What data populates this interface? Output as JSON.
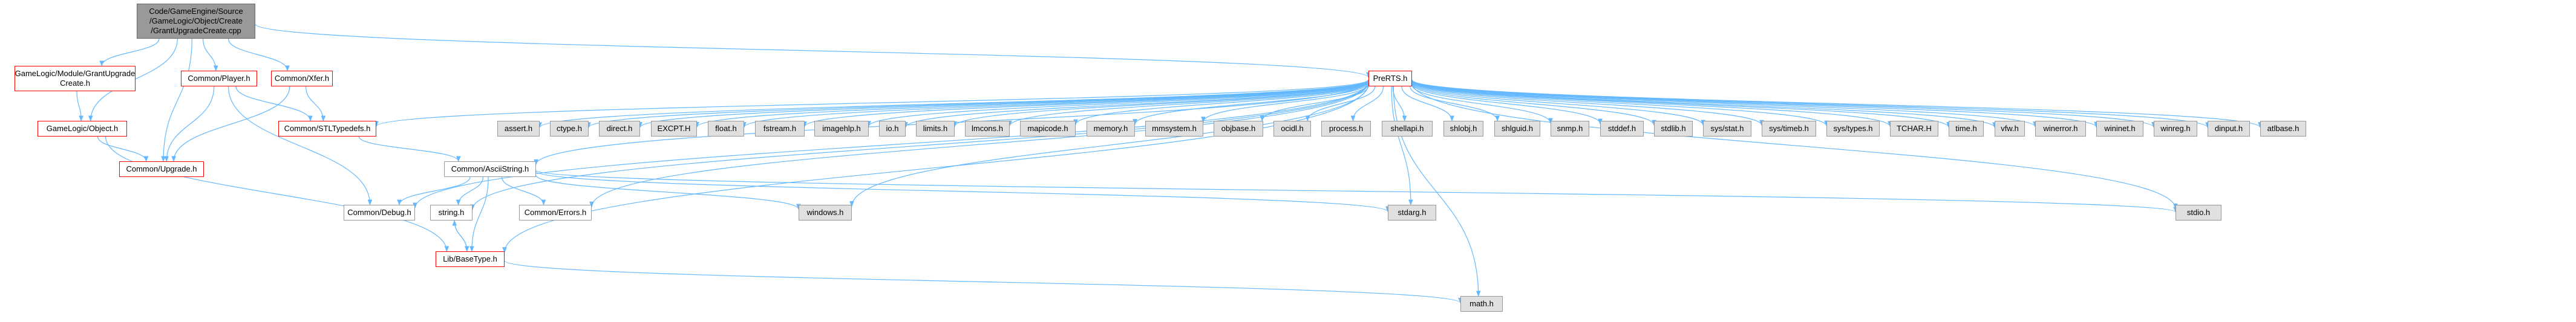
{
  "colors": {
    "edge": "#63B8FF",
    "root_fill": "#999999",
    "red_border": "#FF0000",
    "grey_fill": "#E0E0E0",
    "grey_border": "#999999"
  },
  "nodes": [
    {
      "id": "root",
      "label": "Code/GameEngine/Source\n/GameLogic/Object/Create\n/GrantUpgradeCreate.cpp",
      "style": "root"
    },
    {
      "id": "gucreate_h",
      "label": "GameLogic/Module/GrantUpgrade\nCreate.h",
      "style": "red"
    },
    {
      "id": "player_h",
      "label": "Common/Player.h",
      "style": "red"
    },
    {
      "id": "xfer_h",
      "label": "Common/Xfer.h",
      "style": "red"
    },
    {
      "id": "prerts_h",
      "label": "PreRTS.h",
      "style": "red"
    },
    {
      "id": "object_h",
      "label": "GameLogic/Object.h",
      "style": "red"
    },
    {
      "id": "stlt_h",
      "label": "Common/STLTypedefs.h",
      "style": "red"
    },
    {
      "id": "upgrade_h",
      "label": "Common/Upgrade.h",
      "style": "red"
    },
    {
      "id": "asciistring_h",
      "label": "Common/AsciiString.h",
      "style": "white"
    },
    {
      "id": "debug_h",
      "label": "Common/Debug.h",
      "style": "white"
    },
    {
      "id": "string_h",
      "label": "string.h",
      "style": "white"
    },
    {
      "id": "errors_h",
      "label": "Common/Errors.h",
      "style": "white"
    },
    {
      "id": "libbasetype_h",
      "label": "Lib/BaseType.h",
      "style": "red"
    },
    {
      "id": "math_h",
      "label": "math.h",
      "style": "grey"
    },
    {
      "id": "windows_h",
      "label": "windows.h",
      "style": "grey"
    },
    {
      "id": "stdarg_h",
      "label": "stdarg.h",
      "style": "grey"
    },
    {
      "id": "stdio_h",
      "label": "stdio.h",
      "style": "grey"
    },
    {
      "id": "assert_h",
      "label": "assert.h",
      "style": "grey"
    },
    {
      "id": "ctype_h",
      "label": "ctype.h",
      "style": "grey"
    },
    {
      "id": "direct_h",
      "label": "direct.h",
      "style": "grey"
    },
    {
      "id": "excpt_h",
      "label": "EXCPT.H",
      "style": "grey"
    },
    {
      "id": "float_h",
      "label": "float.h",
      "style": "grey"
    },
    {
      "id": "fstream_h",
      "label": "fstream.h",
      "style": "grey"
    },
    {
      "id": "imagehlp_h",
      "label": "imagehlp.h",
      "style": "grey"
    },
    {
      "id": "io_h",
      "label": "io.h",
      "style": "grey"
    },
    {
      "id": "limits_h",
      "label": "limits.h",
      "style": "grey"
    },
    {
      "id": "lmcons_h",
      "label": "lmcons.h",
      "style": "grey"
    },
    {
      "id": "mapicode_h",
      "label": "mapicode.h",
      "style": "grey"
    },
    {
      "id": "memory_h",
      "label": "memory.h",
      "style": "grey"
    },
    {
      "id": "mmsystem_h",
      "label": "mmsystem.h",
      "style": "grey"
    },
    {
      "id": "objbase_h",
      "label": "objbase.h",
      "style": "grey"
    },
    {
      "id": "ocidl_h",
      "label": "ocidl.h",
      "style": "grey"
    },
    {
      "id": "process_h",
      "label": "process.h",
      "style": "grey"
    },
    {
      "id": "shellapi_h",
      "label": "shellapi.h",
      "style": "grey"
    },
    {
      "id": "shlobj_h",
      "label": "shlobj.h",
      "style": "grey"
    },
    {
      "id": "shlguid_h",
      "label": "shlguid.h",
      "style": "grey"
    },
    {
      "id": "snmp_h",
      "label": "snmp.h",
      "style": "grey"
    },
    {
      "id": "stddef_h",
      "label": "stddef.h",
      "style": "grey"
    },
    {
      "id": "stdlib_h",
      "label": "stdlib.h",
      "style": "grey"
    },
    {
      "id": "sysstat_h",
      "label": "sys/stat.h",
      "style": "grey"
    },
    {
      "id": "systimeb_h",
      "label": "sys/timeb.h",
      "style": "grey"
    },
    {
      "id": "systypes_h",
      "label": "sys/types.h",
      "style": "grey"
    },
    {
      "id": "tchar_h",
      "label": "TCHAR.H",
      "style": "grey"
    },
    {
      "id": "time_h",
      "label": "time.h",
      "style": "grey"
    },
    {
      "id": "vfw_h",
      "label": "vfw.h",
      "style": "grey"
    },
    {
      "id": "winerror_h",
      "label": "winerror.h",
      "style": "grey"
    },
    {
      "id": "wininet_h",
      "label": "wininet.h",
      "style": "grey"
    },
    {
      "id": "winreg_h",
      "label": "winreg.h",
      "style": "grey"
    },
    {
      "id": "dinput_h",
      "label": "dinput.h",
      "style": "grey"
    },
    {
      "id": "atlbase_h",
      "label": "atlbase.h",
      "style": "grey"
    }
  ],
  "edges": [
    [
      "root",
      "gucreate_h"
    ],
    [
      "root",
      "object_h"
    ],
    [
      "root",
      "player_h"
    ],
    [
      "root",
      "xfer_h"
    ],
    [
      "root",
      "upgrade_h"
    ],
    [
      "root",
      "prerts_h"
    ],
    [
      "gucreate_h",
      "object_h"
    ],
    [
      "object_h",
      "upgrade_h"
    ],
    [
      "object_h",
      "libbasetype_h"
    ],
    [
      "player_h",
      "upgrade_h"
    ],
    [
      "player_h",
      "stlt_h"
    ],
    [
      "player_h",
      "debug_h"
    ],
    [
      "xfer_h",
      "upgrade_h"
    ],
    [
      "xfer_h",
      "stlt_h"
    ],
    [
      "stlt_h",
      "asciistring_h"
    ],
    [
      "asciistring_h",
      "debug_h"
    ],
    [
      "asciistring_h",
      "string_h"
    ],
    [
      "asciistring_h",
      "errors_h"
    ],
    [
      "asciistring_h",
      "libbasetype_h"
    ],
    [
      "asciistring_h",
      "windows_h"
    ],
    [
      "asciistring_h",
      "stdarg_h"
    ],
    [
      "asciistring_h",
      "stdio_h"
    ],
    [
      "string_h",
      "libbasetype_h"
    ],
    [
      "libbasetype_h",
      "string_h"
    ],
    [
      "libbasetype_h",
      "math_h"
    ],
    [
      "prerts_h",
      "stlt_h"
    ],
    [
      "prerts_h",
      "asciistring_h"
    ],
    [
      "prerts_h",
      "debug_h"
    ],
    [
      "prerts_h",
      "string_h"
    ],
    [
      "prerts_h",
      "errors_h"
    ],
    [
      "prerts_h",
      "libbasetype_h"
    ],
    [
      "prerts_h",
      "math_h"
    ],
    [
      "prerts_h",
      "windows_h"
    ],
    [
      "prerts_h",
      "stdarg_h"
    ],
    [
      "prerts_h",
      "stdio_h"
    ],
    [
      "prerts_h",
      "assert_h"
    ],
    [
      "prerts_h",
      "ctype_h"
    ],
    [
      "prerts_h",
      "direct_h"
    ],
    [
      "prerts_h",
      "excpt_h"
    ],
    [
      "prerts_h",
      "float_h"
    ],
    [
      "prerts_h",
      "fstream_h"
    ],
    [
      "prerts_h",
      "imagehlp_h"
    ],
    [
      "prerts_h",
      "io_h"
    ],
    [
      "prerts_h",
      "limits_h"
    ],
    [
      "prerts_h",
      "lmcons_h"
    ],
    [
      "prerts_h",
      "mapicode_h"
    ],
    [
      "prerts_h",
      "memory_h"
    ],
    [
      "prerts_h",
      "mmsystem_h"
    ],
    [
      "prerts_h",
      "objbase_h"
    ],
    [
      "prerts_h",
      "ocidl_h"
    ],
    [
      "prerts_h",
      "process_h"
    ],
    [
      "prerts_h",
      "shellapi_h"
    ],
    [
      "prerts_h",
      "shlobj_h"
    ],
    [
      "prerts_h",
      "shlguid_h"
    ],
    [
      "prerts_h",
      "snmp_h"
    ],
    [
      "prerts_h",
      "stddef_h"
    ],
    [
      "prerts_h",
      "stdlib_h"
    ],
    [
      "prerts_h",
      "sysstat_h"
    ],
    [
      "prerts_h",
      "systimeb_h"
    ],
    [
      "prerts_h",
      "systypes_h"
    ],
    [
      "prerts_h",
      "tchar_h"
    ],
    [
      "prerts_h",
      "time_h"
    ],
    [
      "prerts_h",
      "vfw_h"
    ],
    [
      "prerts_h",
      "winerror_h"
    ],
    [
      "prerts_h",
      "wininet_h"
    ],
    [
      "prerts_h",
      "winreg_h"
    ],
    [
      "prerts_h",
      "dinput_h"
    ],
    [
      "prerts_h",
      "atlbase_h"
    ]
  ]
}
